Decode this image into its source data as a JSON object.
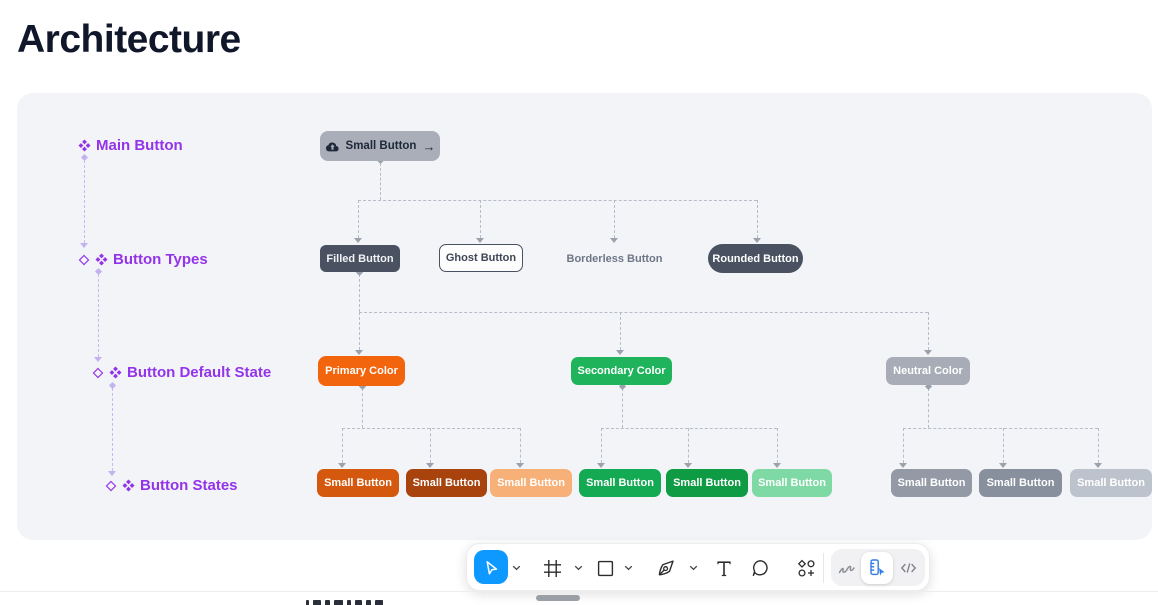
{
  "page": {
    "title": "Architecture"
  },
  "diagram": {
    "row_labels": [
      {
        "label": "Main Button"
      },
      {
        "label": "Button Types"
      },
      {
        "label": "Button Default State"
      },
      {
        "label": "Button States"
      }
    ],
    "root_button": {
      "label": "Small Button",
      "leading_icon": "cloud-upload-icon",
      "trailing_glyph": "→"
    },
    "type_buttons": [
      {
        "label": "Filled Button",
        "variant": "filled"
      },
      {
        "label": "Ghost Button",
        "variant": "ghost"
      },
      {
        "label": "Borderless Button",
        "variant": "borderless"
      },
      {
        "label": "Rounded Button",
        "variant": "rounded"
      }
    ],
    "color_buttons": [
      {
        "label": "Primary Color",
        "color": "#f3650d"
      },
      {
        "label": "Secondary Color",
        "color": "#1fb45c"
      },
      {
        "label": "Neutral Color",
        "color": "#a7acb7"
      }
    ],
    "state_buttons": [
      {
        "label": "Small Button",
        "color": "#d4590e"
      },
      {
        "label": "Small Button",
        "color": "#a8430e"
      },
      {
        "label": "Small Button",
        "color": "#f6b078"
      },
      {
        "label": "Small Button",
        "color": "#14a953"
      },
      {
        "label": "Small Button",
        "color": "#0f9b44"
      },
      {
        "label": "Small Button",
        "color": "#7fd9a4"
      },
      {
        "label": "Small Button",
        "color": "#939aa6"
      },
      {
        "label": "Small Button",
        "color": "#87909c"
      },
      {
        "label": "Small Button",
        "color": "#bdc3cc"
      }
    ]
  },
  "toolbar": {
    "tools": [
      {
        "name": "select",
        "selected": true
      },
      {
        "name": "frame",
        "selected": false
      },
      {
        "name": "shape",
        "selected": false
      },
      {
        "name": "pen",
        "selected": false
      },
      {
        "name": "text",
        "selected": false
      },
      {
        "name": "comment",
        "selected": false
      },
      {
        "name": "actions",
        "selected": false
      }
    ],
    "modes": [
      {
        "name": "draw",
        "selected": false
      },
      {
        "name": "inspect",
        "selected": true
      },
      {
        "name": "code",
        "selected": false
      }
    ]
  },
  "colors": {
    "panel_background": "#f2f4f8",
    "label_purple": "#9333ea",
    "connector_gray": "#b7bdc8",
    "connector_purple": "#c9b9f2",
    "dark_slate": "#4a5261",
    "root_gray": "#a9aeb8",
    "accent_blue": "#0d99ff",
    "title_text": "#10172a"
  }
}
